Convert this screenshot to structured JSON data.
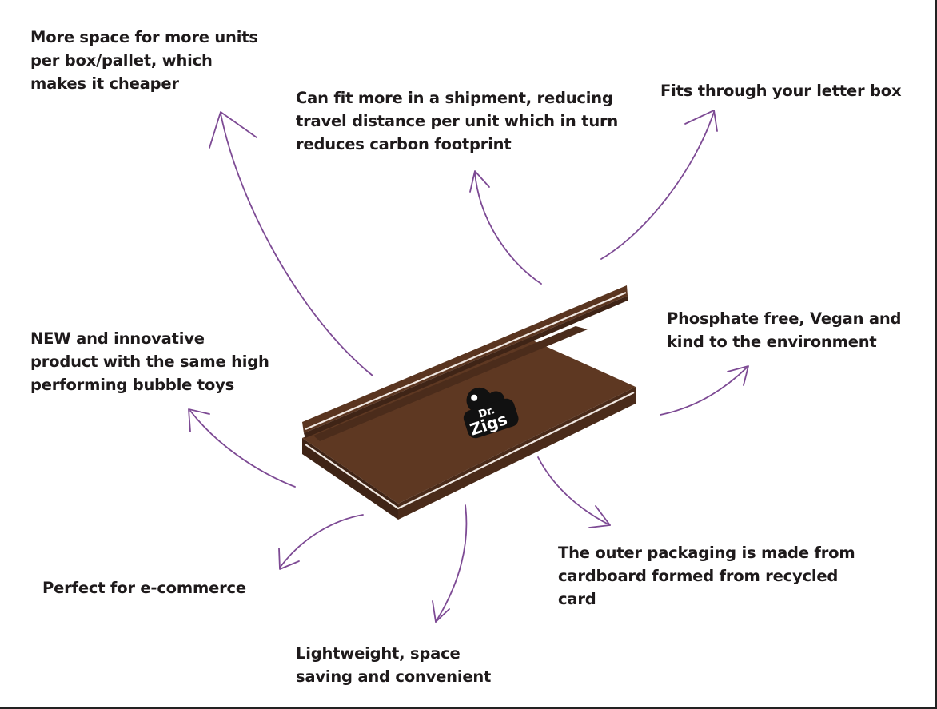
{
  "callouts": {
    "more_space": [
      "More space for more units",
      "per box/pallet, which",
      "makes it cheaper"
    ],
    "shipment": [
      "Can fit more in a shipment, reducing",
      "travel distance per unit which in turn",
      "reduces carbon footprint"
    ],
    "letter_box": [
      "Fits through your letter box"
    ],
    "new_product": [
      "NEW and innovative",
      "product with the same high",
      "performing bubble toys"
    ],
    "phosphate": [
      "Phosphate free, Vegan and",
      "kind to the environment"
    ],
    "ecommerce": [
      "Perfect for e-commerce"
    ],
    "lightweight": [
      "Lightweight, space",
      "saving and convenient"
    ],
    "outer_packaging": [
      "The outer packaging is made from",
      "cardboard formed from recycled",
      "card"
    ]
  },
  "logo": {
    "text_top": "Dr.",
    "text_bottom": "Zigs"
  },
  "colors": {
    "arrow": "#7d4a94",
    "box_top": "#5a3520",
    "box_side": "#3f2416",
    "box_line": "#f0e8e2",
    "text": "#1e1a1b"
  }
}
